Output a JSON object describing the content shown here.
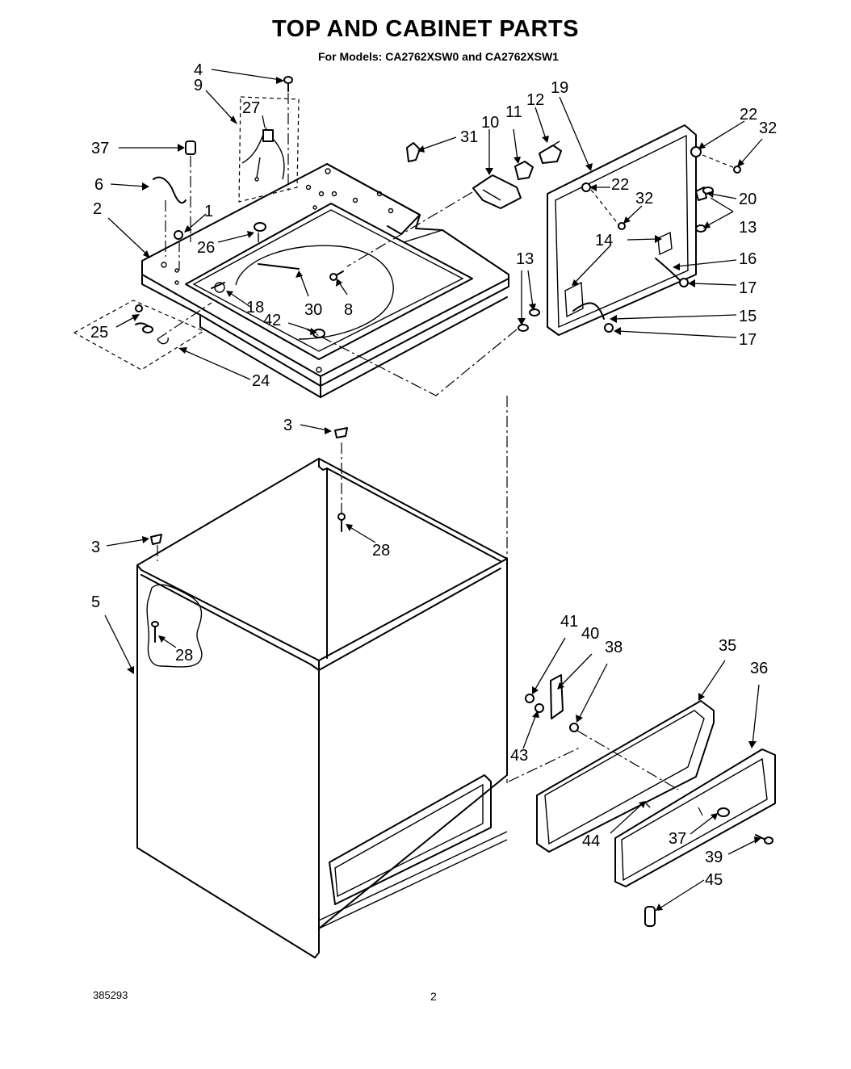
{
  "header": {
    "title": "TOP AND CABINET PARTS",
    "subtitle": "For Models: CA2762XSW0 and CA2762XSW1"
  },
  "footer": {
    "doc_number": "385293",
    "page_number": "2"
  },
  "callouts": [
    {
      "id": "c-4",
      "label": "4"
    },
    {
      "id": "c-9",
      "label": "9"
    },
    {
      "id": "c-27",
      "label": "27"
    },
    {
      "id": "c-37a",
      "label": "37"
    },
    {
      "id": "c-6",
      "label": "6"
    },
    {
      "id": "c-2",
      "label": "2"
    },
    {
      "id": "c-1",
      "label": "1"
    },
    {
      "id": "c-26",
      "label": "26"
    },
    {
      "id": "c-18",
      "label": "18"
    },
    {
      "id": "c-30",
      "label": "30"
    },
    {
      "id": "c-8",
      "label": "8"
    },
    {
      "id": "c-42",
      "label": "42"
    },
    {
      "id": "c-25",
      "label": "25"
    },
    {
      "id": "c-24",
      "label": "24"
    },
    {
      "id": "c-31",
      "label": "31"
    },
    {
      "id": "c-10",
      "label": "10"
    },
    {
      "id": "c-11",
      "label": "11"
    },
    {
      "id": "c-12",
      "label": "12"
    },
    {
      "id": "c-19",
      "label": "19"
    },
    {
      "id": "c-22a",
      "label": "22"
    },
    {
      "id": "c-32a",
      "label": "32"
    },
    {
      "id": "c-22b",
      "label": "22"
    },
    {
      "id": "c-32b",
      "label": "32"
    },
    {
      "id": "c-20",
      "label": "20"
    },
    {
      "id": "c-13a",
      "label": "13"
    },
    {
      "id": "c-14",
      "label": "14"
    },
    {
      "id": "c-16",
      "label": "16"
    },
    {
      "id": "c-17a",
      "label": "17"
    },
    {
      "id": "c-15",
      "label": "15"
    },
    {
      "id": "c-17b",
      "label": "17"
    },
    {
      "id": "c-13b",
      "label": "13"
    },
    {
      "id": "c-3a",
      "label": "3"
    },
    {
      "id": "c-28a",
      "label": "28"
    },
    {
      "id": "c-3b",
      "label": "3"
    },
    {
      "id": "c-5",
      "label": "5"
    },
    {
      "id": "c-28b",
      "label": "28"
    },
    {
      "id": "c-41",
      "label": "41"
    },
    {
      "id": "c-40",
      "label": "40"
    },
    {
      "id": "c-38",
      "label": "38"
    },
    {
      "id": "c-35",
      "label": "35"
    },
    {
      "id": "c-36",
      "label": "36"
    },
    {
      "id": "c-43",
      "label": "43"
    },
    {
      "id": "c-44",
      "label": "44"
    },
    {
      "id": "c-37b",
      "label": "37"
    },
    {
      "id": "c-39",
      "label": "39"
    },
    {
      "id": "c-45",
      "label": "45"
    }
  ]
}
